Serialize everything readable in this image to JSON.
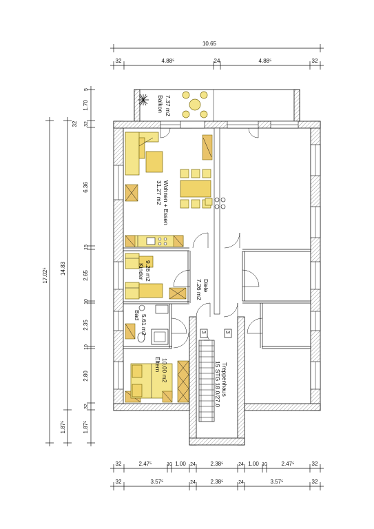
{
  "dimensions": {
    "top_total": "10.65",
    "top_parts": [
      "32",
      "4.88⁵",
      "24",
      "4.88⁵",
      "32"
    ],
    "bottom_row1": [
      "32",
      "2.47⁵",
      "10",
      "1.00",
      "24",
      "2.38⁵",
      "24",
      "1.00",
      "10",
      "2.47⁵",
      "32"
    ],
    "bottom_row2": [
      "32",
      "3.57⁵",
      "24",
      "2.38⁵",
      "24",
      "3.57⁵",
      "32"
    ],
    "left_total": "17.02⁵",
    "left_mid": "14.83",
    "left_mid_bottom": "1.87⁵",
    "left_inner": [
      "5",
      "1.70",
      "32",
      "6.36",
      "15",
      "2.65",
      "10",
      "2.35",
      "10",
      "2.80",
      "32",
      "1.87⁵"
    ],
    "left_col2_top": "32"
  },
  "rooms": {
    "balkon": {
      "name": "Balkon",
      "area": "7.37 m2"
    },
    "wohnen": {
      "name": "Wohnen + Essen",
      "area": "31.27 m2"
    },
    "kinder": {
      "name": "Kinder",
      "area": "9.26 m2"
    },
    "bad": {
      "name": "Bad",
      "area": "5.61 m2"
    },
    "eltern": {
      "name": "Eltern",
      "area": "10.00 m2"
    },
    "diele": {
      "name": "Diele",
      "area": "7.26 m2"
    },
    "treppenhaus": {
      "name": "Treppenhaus",
      "detail": "15 STG 18.0/27.0"
    }
  },
  "markers": {
    "stair_a": "3",
    "stair_b": "3"
  }
}
